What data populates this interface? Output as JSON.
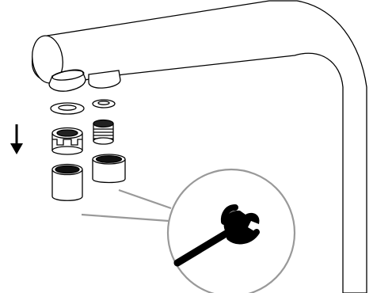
{
  "figure": {
    "kind": "installation-illustration",
    "subject": "faucet-aerator-assembly",
    "parts": [
      {
        "name": "spout-body"
      },
      {
        "name": "outlet-left"
      },
      {
        "name": "outlet-right"
      },
      {
        "name": "gasket-large"
      },
      {
        "name": "gasket-small"
      },
      {
        "name": "aerator-insert-large"
      },
      {
        "name": "aerator-insert-small"
      },
      {
        "name": "aerator-housing-large"
      },
      {
        "name": "aerator-housing-small"
      }
    ],
    "arrow": {
      "direction": "down",
      "icon": "arrow-down-icon"
    },
    "detail_circle": {
      "icon": "wrench-icon"
    },
    "colors": {
      "line": "#000000",
      "leader": "#999999",
      "fill": "#ffffff"
    }
  }
}
